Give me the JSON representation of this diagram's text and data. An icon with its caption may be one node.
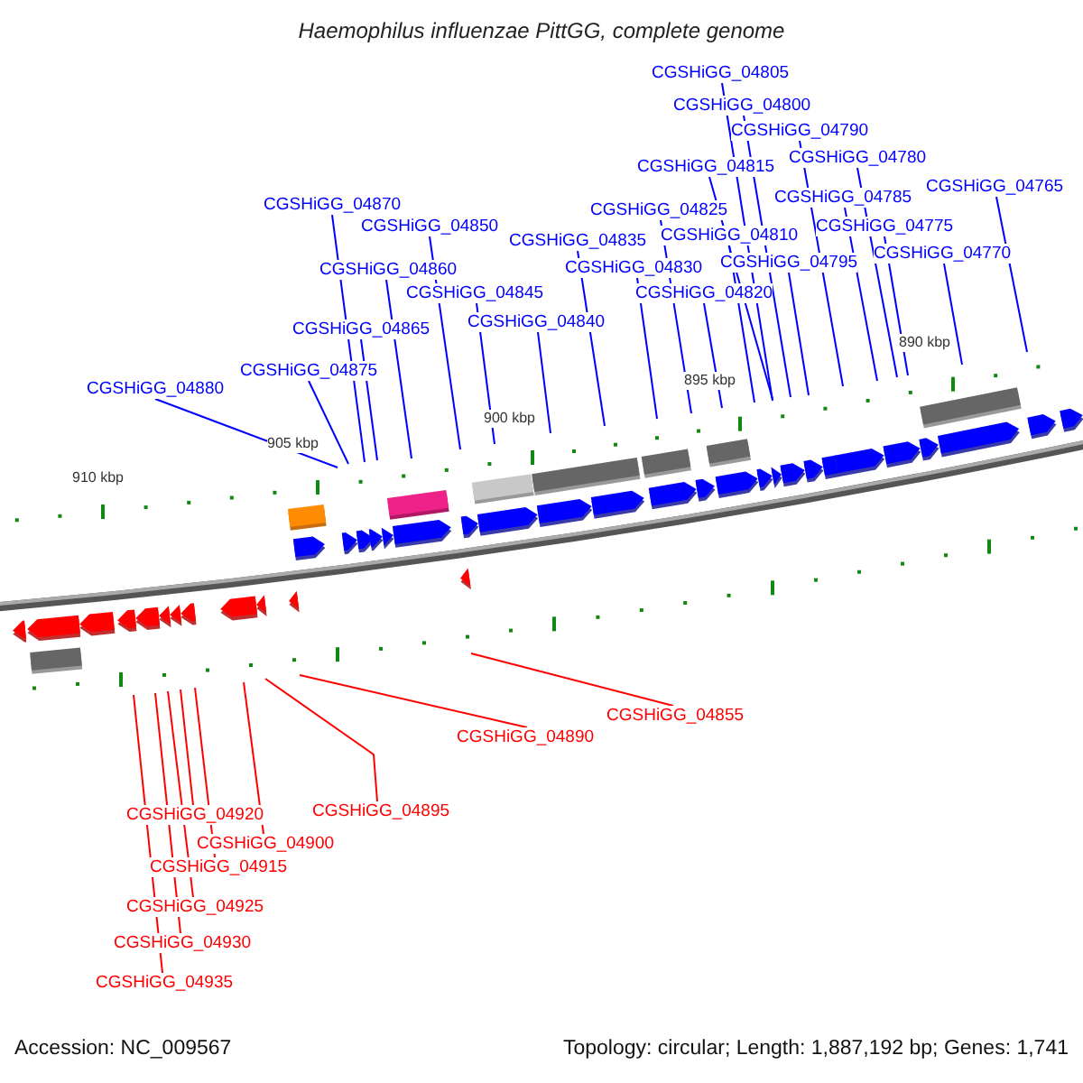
{
  "diagram": {
    "title": "Haemophilus influenzae PittGG, complete genome",
    "nodes": [
      {
        "text": [
          "CGSHiGG_04805"
        ]
      },
      {
        "text": [
          "CGSHiGG_04800"
        ]
      },
      {
        "text": [
          "CGSHiGG_04790"
        ]
      },
      {
        "text": [
          "CGSHiGG_04780"
        ]
      },
      {
        "text": [
          "CGSHiGG_04815"
        ]
      },
      {
        "text": [
          "CGSHiGG_04765"
        ]
      },
      {
        "text": [
          "CGSHiGG_04785"
        ]
      },
      {
        "text": [
          "CGSHiGG_04870"
        ]
      },
      {
        "text": [
          "CGSHiGG_04825"
        ]
      },
      {
        "text": [
          "CGSHiGG_04850"
        ]
      },
      {
        "text": [
          "CGSHiGG_04775"
        ]
      },
      {
        "text": [
          "CGSHiGG_04810"
        ]
      },
      {
        "text": [
          "CGSHiGG_04835"
        ]
      },
      {
        "text": [
          "CGSHiGG_04795"
        ]
      },
      {
        "text": [
          "CGSHiGG_04770"
        ]
      },
      {
        "text": [
          "CGSHiGG_04860"
        ]
      },
      {
        "text": [
          "CGSHiGG_04830"
        ]
      },
      {
        "text": [
          "CGSHiGG_04845"
        ]
      },
      {
        "text": [
          "CGSHiGG_04840"
        ]
      },
      {
        "text": [
          "CGSHiGG_04820"
        ]
      },
      {
        "text": [
          "CGSHiGG_04865"
        ]
      },
      {
        "text": [
          "CGSHiGG_04875"
        ]
      },
      {
        "text": [
          "CGSHiGG_04880"
        ]
      },
      {
        "text": [
          "CGSHiGG_04855"
        ]
      },
      {
        "text": [
          "CGSHiGG_04890"
        ]
      },
      {
        "text": [
          "CGSHiGG_04895"
        ]
      },
      {
        "text": [
          "CGSHiGG_04920"
        ]
      },
      {
        "text": [
          "CGSHiGG_04900"
        ]
      },
      {
        "text": [
          "CGSHiGG_04915"
        ]
      },
      {
        "text": [
          "CGSHiGG_04925"
        ]
      },
      {
        "text": [
          "CGSHiGG_04930"
        ]
      },
      {
        "text": [
          "CGSHiGG_04935"
        ]
      }
    ],
    "edges": [
      {
        "from": 0,
        "to": null,
        "arrow": "none"
      },
      {
        "from": 1,
        "to": null,
        "arrow": "none"
      },
      {
        "from": 2,
        "to": null,
        "arrow": "none"
      },
      {
        "from": 3,
        "to": null,
        "arrow": "none"
      },
      {
        "from": 4,
        "to": null,
        "arrow": "none"
      },
      {
        "from": 5,
        "to": null,
        "arrow": "none"
      },
      {
        "from": 6,
        "to": null,
        "arrow": "none"
      },
      {
        "from": 7,
        "to": null,
        "arrow": "none"
      },
      {
        "from": 8,
        "to": null,
        "arrow": "none"
      },
      {
        "from": 9,
        "to": null,
        "arrow": "none"
      },
      {
        "from": 10,
        "to": null,
        "arrow": "none"
      },
      {
        "from": 11,
        "to": null,
        "arrow": "none"
      },
      {
        "from": 12,
        "to": null,
        "arrow": "none"
      },
      {
        "from": 13,
        "to": null,
        "arrow": "none"
      },
      {
        "from": 14,
        "to": null,
        "arrow": "none"
      },
      {
        "from": 15,
        "to": null,
        "arrow": "none"
      },
      {
        "from": 16,
        "to": null,
        "arrow": "none"
      },
      {
        "from": 17,
        "to": null,
        "arrow": "none"
      },
      {
        "from": 18,
        "to": null,
        "arrow": "none"
      },
      {
        "from": 19,
        "to": null,
        "arrow": "none"
      },
      {
        "from": 20,
        "to": null,
        "arrow": "none"
      },
      {
        "from": 21,
        "to": null,
        "arrow": "none"
      },
      {
        "from": 22,
        "to": null,
        "arrow": "none"
      },
      {
        "from": 23,
        "to": null,
        "arrow": "none",
        "color": "#ff0000"
      },
      {
        "from": 24,
        "to": null,
        "arrow": "none",
        "color": "#ff0000"
      },
      {
        "from": 25,
        "to": null,
        "arrow": "none",
        "color": "#ff0000"
      },
      {
        "from": 26,
        "to": null,
        "arrow": "none",
        "color": "#ff0000"
      },
      {
        "from": 27,
        "to": null,
        "arrow": "none",
        "color": "#ff0000"
      },
      {
        "from": 28,
        "to": null,
        "arrow": "none",
        "color": "#ff0000"
      },
      {
        "from": 29,
        "to": null,
        "arrow": "none",
        "color": "#ff0000"
      },
      {
        "from": 30,
        "to": null,
        "arrow": "none",
        "color": "#ff0000"
      },
      {
        "from": 31,
        "to": null,
        "arrow": "none",
        "color": "#ff0000"
      }
    ],
    "labels": [
      "910 kbp",
      "905 kbp",
      "900 kbp",
      "895 kbp",
      "890 kbp",
      "Accession: NC_009567",
      "Topology: circular; Length: 1,887,192 bp; Genes: 1,741"
    ]
  }
}
